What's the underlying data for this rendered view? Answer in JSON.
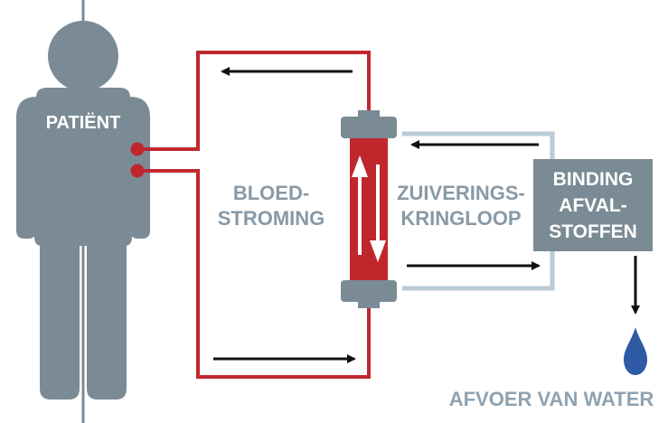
{
  "labels": {
    "patient": "PATIËNT",
    "bloodflow_line1": "BLOED-",
    "bloodflow_line2": "STROMING",
    "purification_line1": "ZUIVERINGS-",
    "purification_line2": "KRINGLOOP",
    "binding_line1": "BINDING",
    "binding_line2": "AFVAL-",
    "binding_line3": "STOFFEN",
    "water_drain": "AFVOER VAN WATER"
  },
  "colors": {
    "figure": "#7b8b95",
    "blood_red": "#c0272d",
    "loop_blue": "#b8cbd6",
    "label_gray": "#8899a6",
    "water_label": "#8ea2b0",
    "drop_blue": "#2f5aa5",
    "box_fill": "#7b8b95",
    "arrow": "#111111"
  },
  "icons": {
    "patient": "person-silhouette",
    "filter": "filter-cartridge",
    "drop": "water-drop-icon"
  }
}
